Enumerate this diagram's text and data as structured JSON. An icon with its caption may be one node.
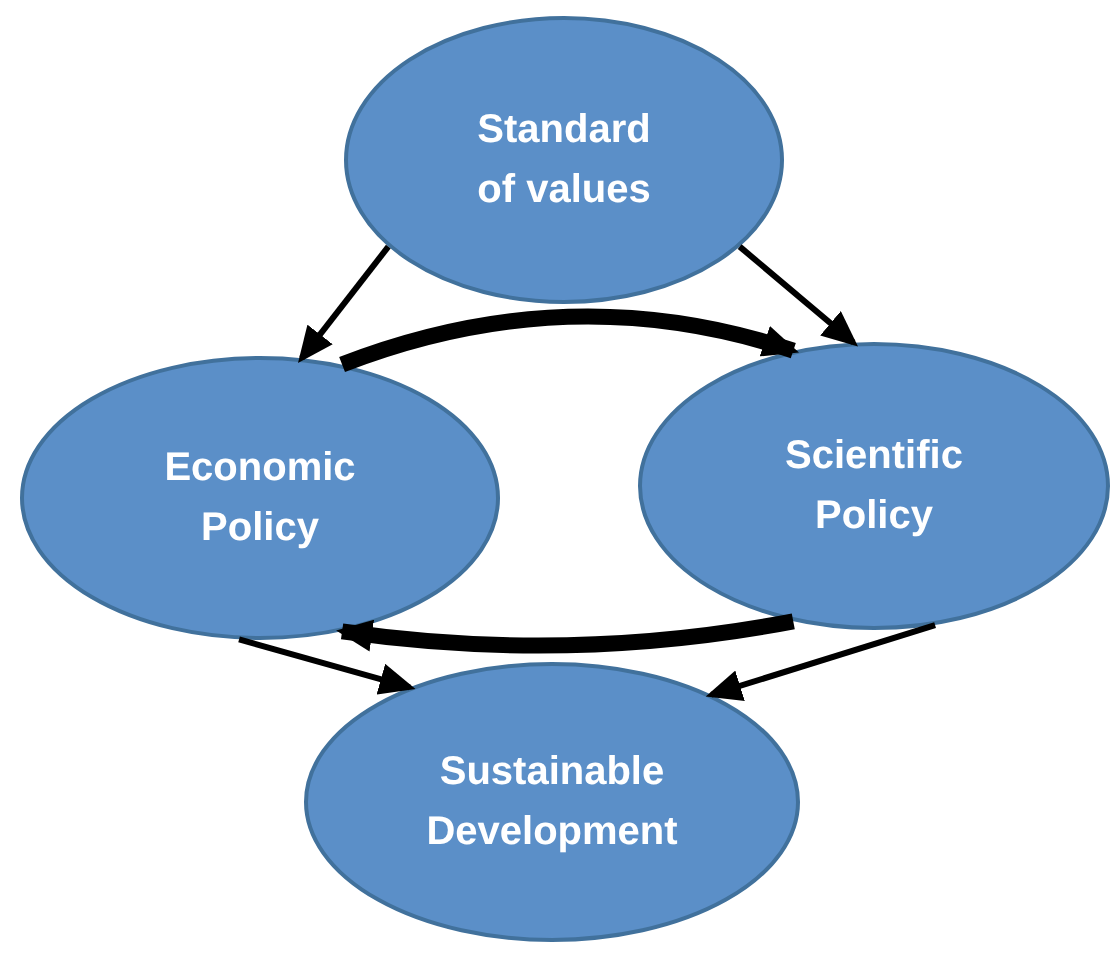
{
  "diagram": {
    "nodes": [
      {
        "text": [
          "Standard of values"
        ]
      },
      {
        "text": [
          "Economic Policy"
        ]
      },
      {
        "text": [
          "Scientific Policy"
        ]
      },
      {
        "text": [
          "Sustainable Development"
        ]
      }
    ],
    "edges": [
      {
        "from": 0,
        "to": 1,
        "arrow": "to"
      },
      {
        "from": 0,
        "to": 2,
        "arrow": "to"
      },
      {
        "from": 1,
        "to": 2,
        "arrow": "to",
        "style": "thick"
      },
      {
        "from": 2,
        "to": 1,
        "arrow": "to",
        "style": "thick"
      },
      {
        "from": 1,
        "to": 3,
        "arrow": "to"
      },
      {
        "from": 2,
        "to": 3,
        "arrow": "to"
      }
    ]
  }
}
